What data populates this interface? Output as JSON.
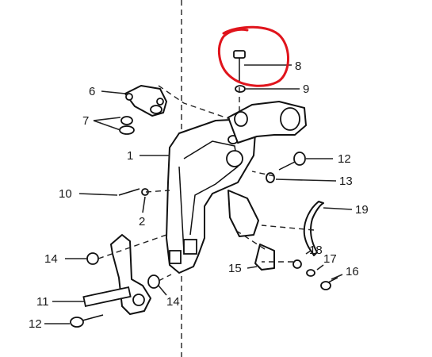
{
  "highlight_color": "#e0141c",
  "labels": {
    "l1": "1",
    "l2": "2",
    "l6": "6",
    "l7": "7",
    "l8": "8",
    "l9": "9",
    "l10": "10",
    "l11": "11",
    "l12a": "12",
    "l12b": "12",
    "l13": "13",
    "l14a": "14",
    "l14b": "14",
    "l15": "15",
    "l16": "16",
    "l17": "17",
    "l18": "18",
    "l19": "19"
  }
}
